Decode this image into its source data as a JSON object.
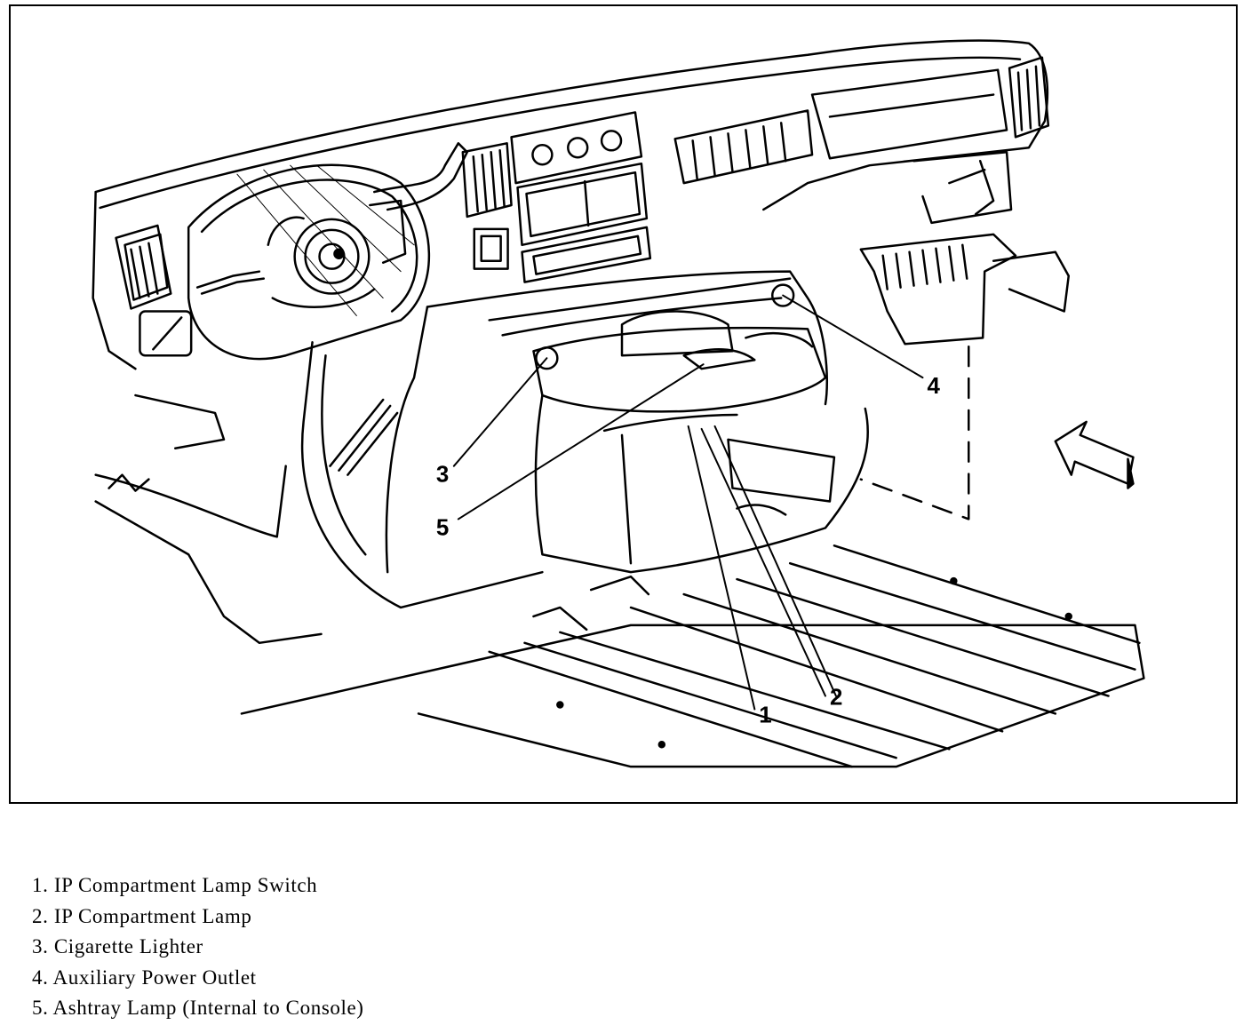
{
  "diagram": {
    "callouts": [
      {
        "id": "1",
        "label": "1"
      },
      {
        "id": "2",
        "label": "2"
      },
      {
        "id": "3",
        "label": "3"
      },
      {
        "id": "4",
        "label": "4"
      },
      {
        "id": "5",
        "label": "5"
      }
    ],
    "line_color": "#000000",
    "background_color": "#ffffff",
    "icons": [
      "view-direction-arrow-icon"
    ]
  },
  "legend": {
    "items": [
      {
        "number": "1.",
        "text": "IP Compartment Lamp Switch"
      },
      {
        "number": "2.",
        "text": "IP Compartment Lamp"
      },
      {
        "number": "3.",
        "text": "Cigarette Lighter"
      },
      {
        "number": "4.",
        "text": "Auxiliary Power Outlet"
      },
      {
        "number": "5.",
        "text": "Ashtray Lamp (Internal to Console)"
      }
    ]
  }
}
